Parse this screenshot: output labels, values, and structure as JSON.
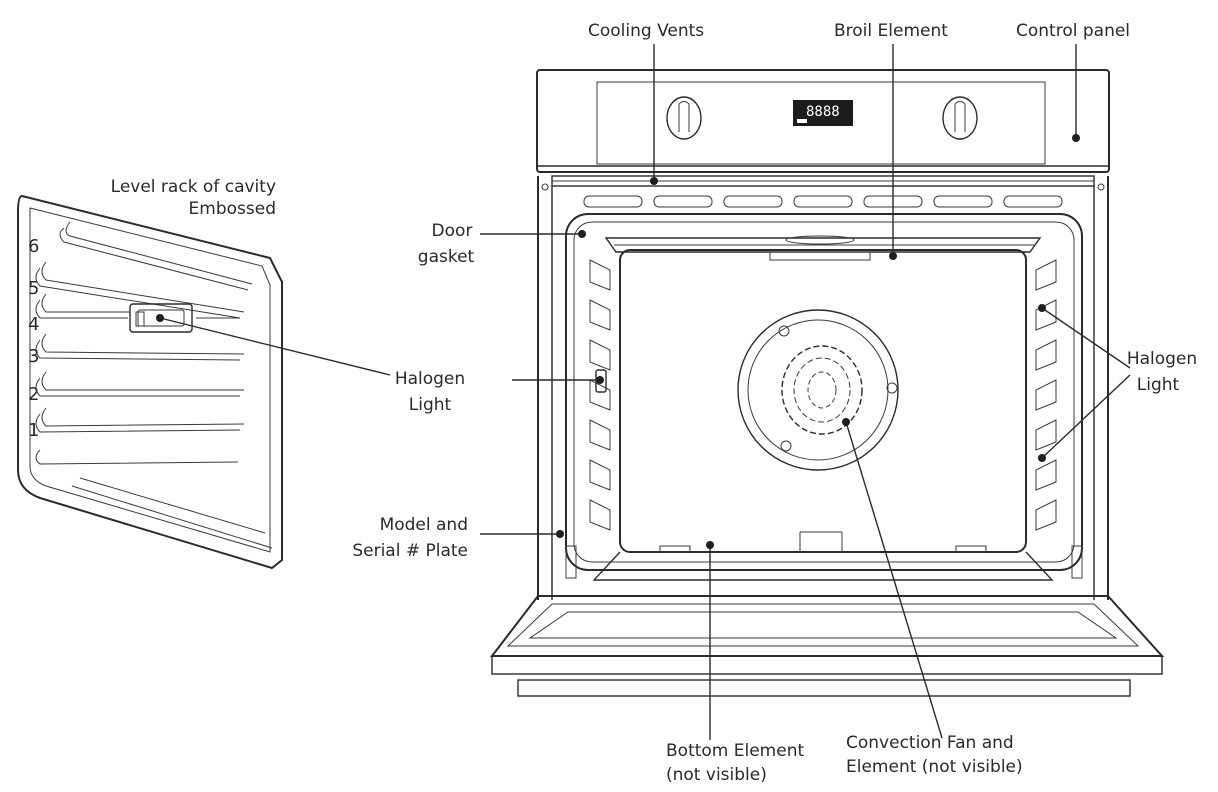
{
  "labels": {
    "cooling_vents": "Cooling Vents",
    "broil_element": "Broil Element",
    "control_panel": "Control panel",
    "level_rack_line1": "Level rack of cavity",
    "level_rack_line2": "Embossed",
    "door_gasket_line1": "Door",
    "door_gasket_line2": "gasket",
    "halogen_left_line1": "Halogen",
    "halogen_left_line2": "Light",
    "halogen_right_line1": "Halogen",
    "halogen_right_line2": "Light",
    "model_plate_line1": "Model and",
    "model_plate_line2": "Serial # Plate",
    "bottom_element_line1": "Bottom Element",
    "bottom_element_line2": "(not visible)",
    "convection_line1": "Convection Fan  and",
    "convection_line2": "Element (not visible)"
  },
  "rack_levels": [
    "6",
    "5",
    "4",
    "3",
    "2",
    "1"
  ],
  "display_readout": "8888"
}
